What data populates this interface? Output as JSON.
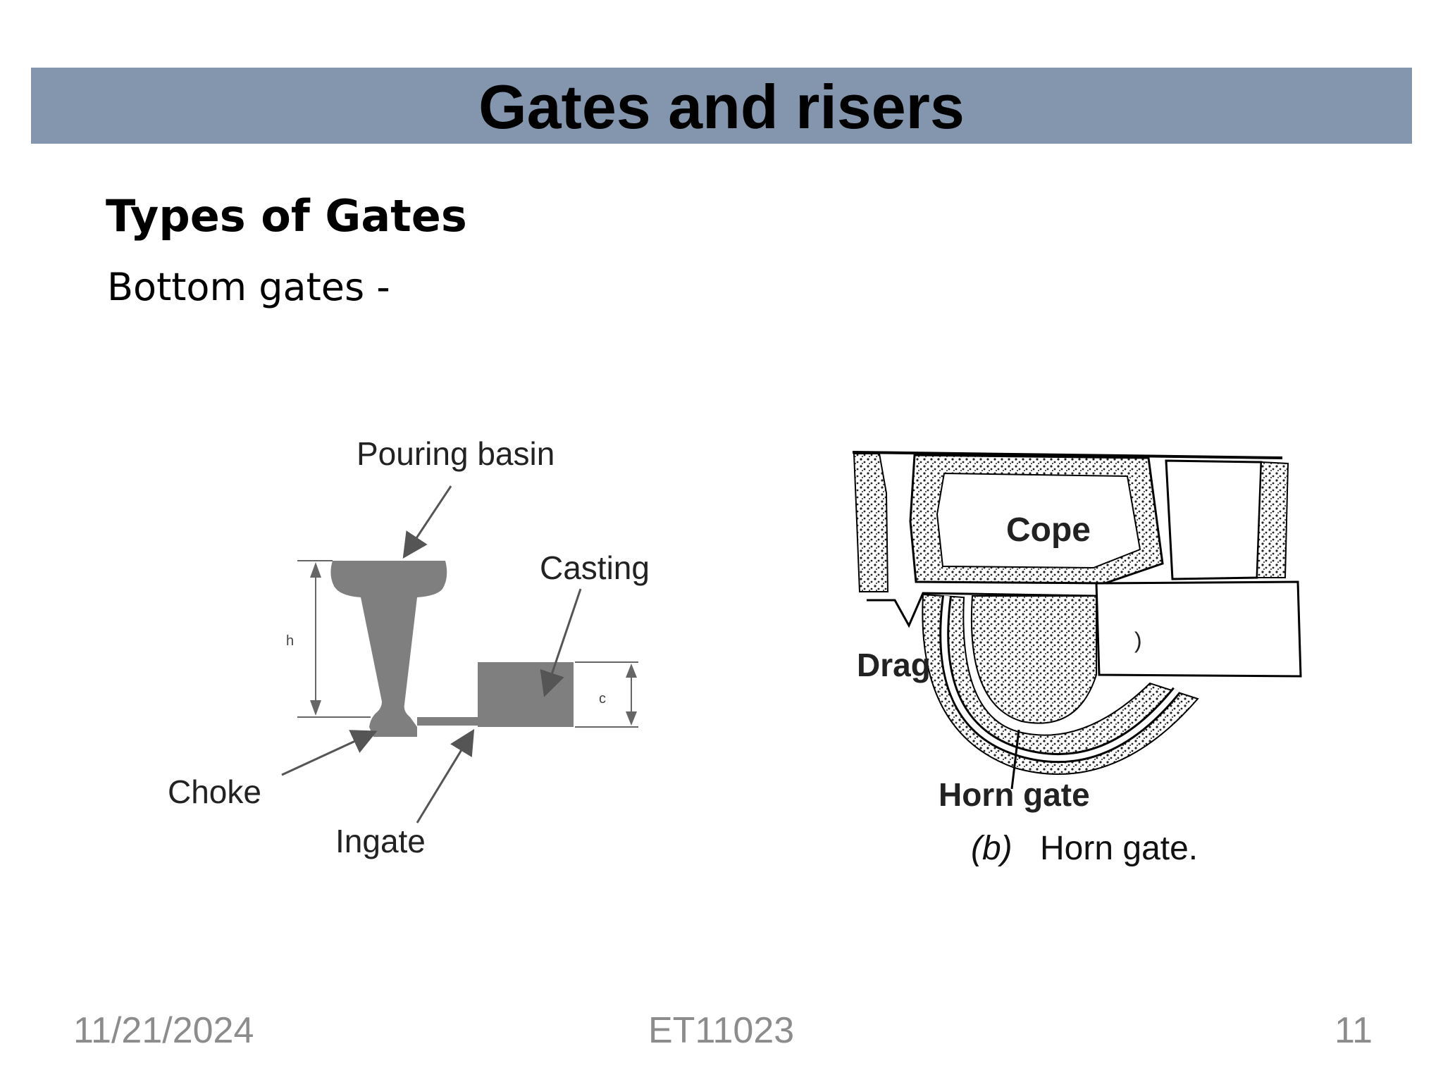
{
  "slide": {
    "title": "Gates and risers",
    "heading": "Types of Gates",
    "body_line": "Bottom gates -"
  },
  "figure_left": {
    "labels": {
      "pouring_basin": "Pouring basin",
      "casting": "Casting",
      "choke": "Choke",
      "ingate": "Ingate",
      "h": "h",
      "c": "c"
    },
    "colors": {
      "fill": "#808080",
      "line": "#555555"
    }
  },
  "figure_right": {
    "labels": {
      "cope": "Cope",
      "drag": "Drag",
      "horn_gate": "Horn gate",
      "caption_b": "(b)",
      "caption_text": "Horn gate.",
      "paren": ")"
    }
  },
  "footer": {
    "date": "11/21/2024",
    "code": "ET11023",
    "page": "11"
  }
}
